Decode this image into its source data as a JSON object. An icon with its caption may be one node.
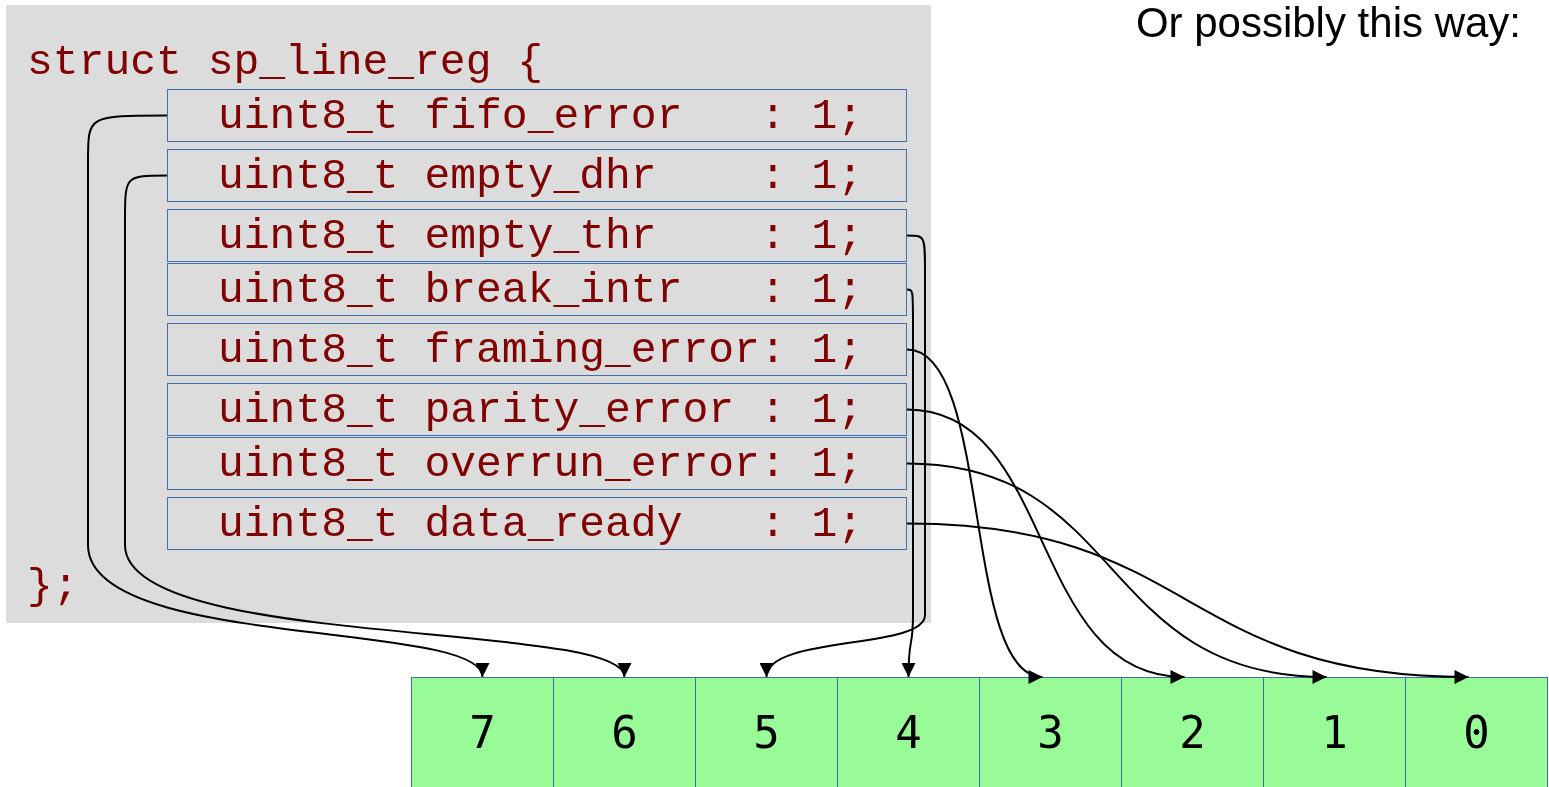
{
  "diagram": {
    "nodes": [
      {
        "text": [
          "struct sp_line_reg {",
          "};"
        ]
      },
      {
        "text": [
          "uint8_t fifo_error   : 1;"
        ],
        "in": 0
      },
      {
        "text": [
          "uint8_t empty_dhr    : 1;"
        ],
        "in": 0
      },
      {
        "text": [
          "uint8_t empty_thr    : 1;"
        ],
        "in": 0
      },
      {
        "text": [
          "uint8_t break_intr   : 1;"
        ],
        "in": 0
      },
      {
        "text": [
          "uint8_t framing_error: 1;"
        ],
        "in": 0
      },
      {
        "text": [
          "uint8_t parity_error : 1;"
        ],
        "in": 0
      },
      {
        "text": [
          "uint8_t overrun_error: 1;"
        ],
        "in": 0
      },
      {
        "text": [
          "uint8_t data_ready   : 1;"
        ],
        "in": 0
      },
      {
        "text": [
          "7"
        ]
      },
      {
        "text": [
          "6"
        ]
      },
      {
        "text": [
          "5"
        ]
      },
      {
        "text": [
          "4"
        ]
      },
      {
        "text": [
          "3"
        ]
      },
      {
        "text": [
          "2"
        ]
      },
      {
        "text": [
          "1"
        ]
      },
      {
        "text": [
          "0"
        ]
      }
    ],
    "edges": [
      {
        "from": 1,
        "to": 9,
        "arrow": "to"
      },
      {
        "from": 2,
        "to": 10,
        "arrow": "to"
      },
      {
        "from": 3,
        "to": 11,
        "arrow": "to"
      },
      {
        "from": 4,
        "to": 12,
        "arrow": "to"
      },
      {
        "from": 5,
        "to": 13,
        "arrow": "to"
      },
      {
        "from": 6,
        "to": 14,
        "arrow": "to"
      },
      {
        "from": 7,
        "to": 15,
        "arrow": "to"
      },
      {
        "from": 8,
        "to": 16,
        "arrow": "to"
      }
    ],
    "labels": [
      "Or possibly this way:"
    ]
  }
}
